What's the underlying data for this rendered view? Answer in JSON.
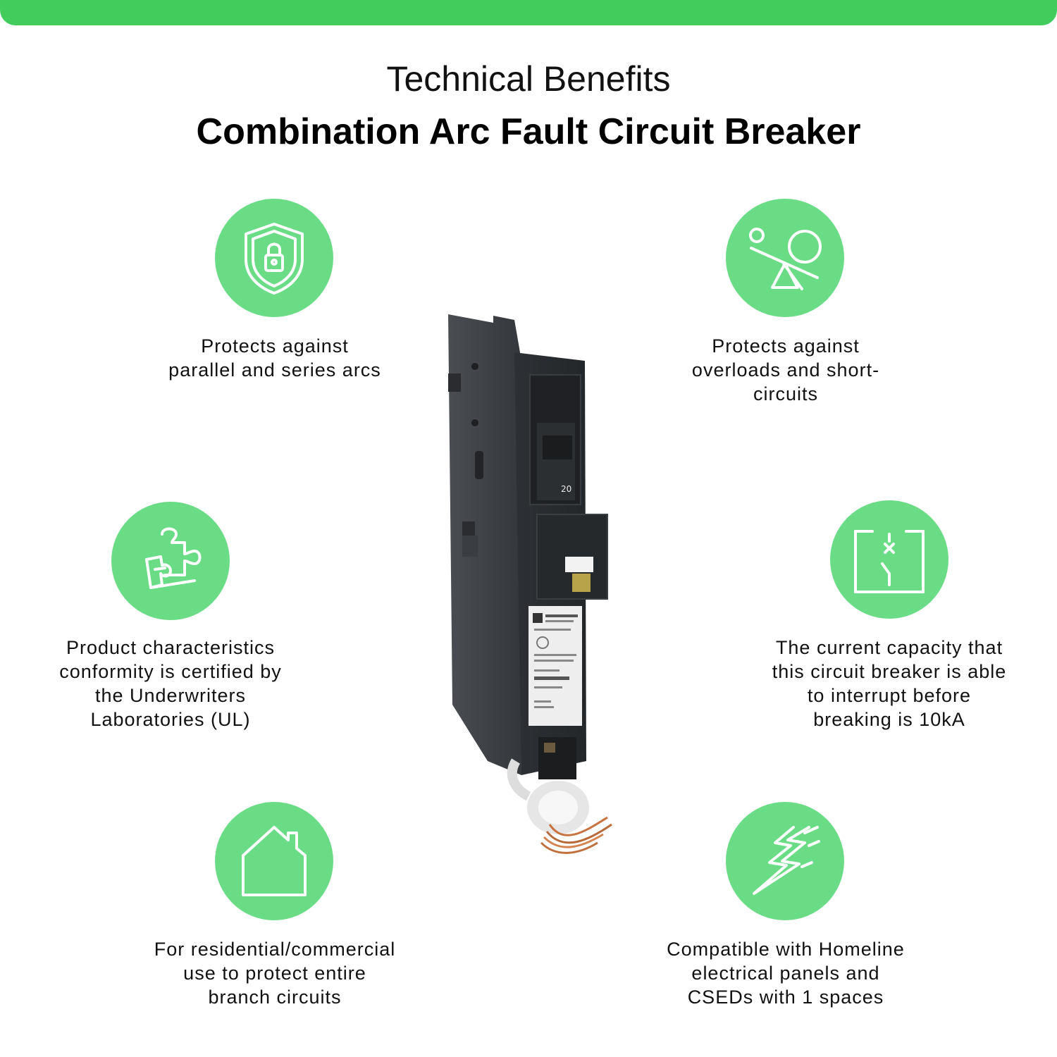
{
  "header": {
    "subtitle": "Technical Benefits",
    "title": "Combination Arc Fault Circuit Breaker"
  },
  "colors": {
    "accent": "#41cc5c",
    "icon_bg": "#6bdc86"
  },
  "features": [
    {
      "icon": "shield-lock-icon",
      "lines": [
        "Protects against",
        "parallel and series arcs"
      ]
    },
    {
      "icon": "seesaw-balance-icon",
      "lines": [
        "Protects against",
        "overloads and short-",
        "circuits"
      ]
    },
    {
      "icon": "certification-puzzle-icon",
      "lines": [
        "Product characteristics",
        "conformity is certified by",
        "the Underwriters",
        "Laboratories (UL)"
      ]
    },
    {
      "icon": "breaker-switch-icon",
      "lines": [
        "The current capacity that",
        "this circuit breaker is able",
        "to interrupt before",
        "breaking is 10kA"
      ]
    },
    {
      "icon": "house-icon",
      "lines": [
        "For residential/commercial",
        "use to protect entire",
        "branch circuits"
      ]
    },
    {
      "icon": "lightning-icon",
      "lines": [
        "Compatible with Homeline",
        "electrical panels and",
        "CSEDs with 1 spaces"
      ]
    }
  ],
  "product": {
    "name": "circuit-breaker-photo",
    "rating_label": "20"
  }
}
